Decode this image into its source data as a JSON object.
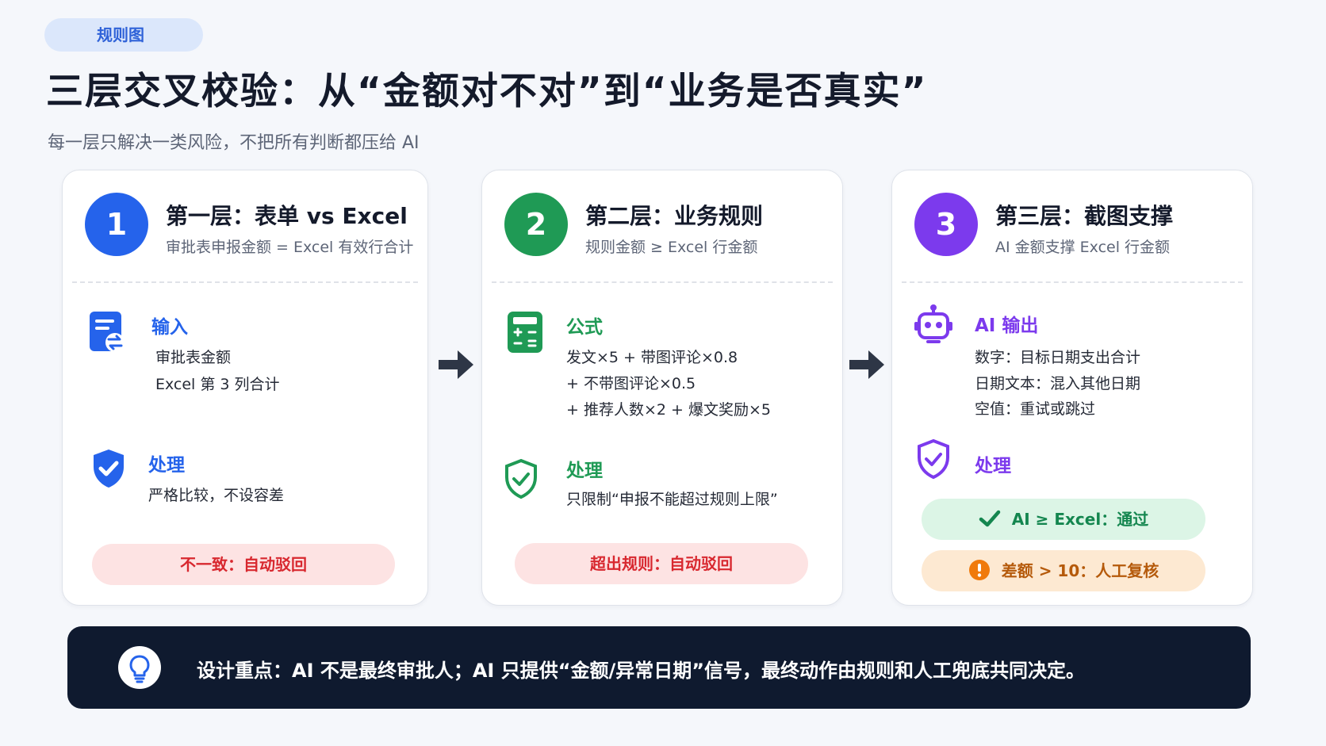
{
  "tag": "规则图",
  "title": "三层交叉校验：从“金额对不对”到“业务是否真实”",
  "subtitle": "每一层只解决一类风险，不把所有判断都压给 AI",
  "colors": {
    "blue": "#2563eb",
    "green": "#1f9a55",
    "purple": "#7c3aed",
    "dark": "#0f1a2f"
  },
  "cards": [
    {
      "number": "1",
      "title": "第一层：表单 vs Excel",
      "subtitle": "审批表申报金额 = Excel 有效行合计",
      "section1": {
        "icon": "document-transfer-icon",
        "heading": "输入",
        "lines": [
          "审批表金额",
          "Excel 第 3 列合计"
        ]
      },
      "section2": {
        "icon": "shield-check-icon",
        "heading": "处理",
        "lines": [
          "严格比较，不设容差"
        ]
      },
      "results": [
        {
          "label": "不一致：自动驳回",
          "tone": "red"
        }
      ]
    },
    {
      "number": "2",
      "title": "第二层：业务规则",
      "subtitle": "规则金额 ≥ Excel 行金额",
      "section1": {
        "icon": "calculator-icon",
        "heading": "公式",
        "lines": [
          "发文×5 + 带图评论×0.8",
          "+ 不带图评论×0.5",
          "+ 推荐人数×2 + 爆文奖励×5"
        ]
      },
      "section2": {
        "icon": "shield-check-icon",
        "heading": "处理",
        "lines": [
          "只限制“申报不能超过规则上限”"
        ]
      },
      "results": [
        {
          "label": "超出规则：自动驳回",
          "tone": "red"
        }
      ]
    },
    {
      "number": "3",
      "title": "第三层：截图支撑",
      "subtitle": "AI 金额支撑 Excel 行金额",
      "section1": {
        "icon": "robot-icon",
        "heading": "AI 输出",
        "lines": [
          "数字：目标日期支出合计",
          "日期文本：混入其他日期",
          "空值：重试或跳过"
        ]
      },
      "section2": {
        "icon": "shield-check-icon",
        "heading": "处理",
        "lines": []
      },
      "results": [
        {
          "label": "AI ≥ Excel：通过",
          "tone": "green",
          "icon": "check-icon"
        },
        {
          "label": "差额 > 10：人工复核",
          "tone": "orange",
          "icon": "warning-icon"
        }
      ]
    }
  ],
  "footer": {
    "icon": "lightbulb-icon",
    "text": "设计重点：AI 不是最终审批人；AI 只提供“金额/异常日期”信号，最终动作由规则和人工兜底共同决定。"
  }
}
